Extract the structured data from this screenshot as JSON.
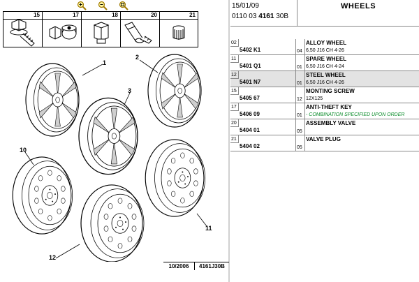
{
  "header": {
    "date": "15/01/09",
    "code_prefix": "0110 03 ",
    "code_main": "4161",
    "code_suffix": " 30B",
    "title": "WHEELS"
  },
  "diagram": {
    "hardware_numbers": [
      "15",
      "17",
      "18",
      "20",
      "21"
    ],
    "callouts": {
      "c1": "1",
      "c2": "2",
      "c3": "3",
      "c10": "10",
      "c11": "11",
      "c12": "12"
    },
    "footer_date": "10/2006",
    "footer_ref": "4161J30B"
  },
  "parts": [
    {
      "pos": "02",
      "ref": "5402 K1",
      "qty": "04",
      "desc": "ALLOY WHEEL",
      "spec": "6,50 J16 CH 4-26",
      "note": false,
      "selected": false
    },
    {
      "pos": "11",
      "ref": "5401 Q1",
      "qty": "01",
      "desc": "SPARE WHEEL",
      "spec": "6,50 J16 CH 4-24",
      "note": false,
      "selected": false
    },
    {
      "pos": "12",
      "ref": "5401 N7",
      "qty": "01",
      "desc": "STEEL WHEEL",
      "spec": "6,50 J16 CH 4-26",
      "note": false,
      "selected": true
    },
    {
      "pos": "15",
      "ref": "5405 67",
      "qty": "12",
      "desc": "MONTING SCREW",
      "spec": "12X125",
      "note": false,
      "selected": false
    },
    {
      "pos": "17",
      "ref": "5406 09",
      "qty": "01",
      "desc": "ANTI-THEFT KEY",
      "spec": "- COMBINATION SPECIFIED UPON ORDER",
      "note": true,
      "selected": false
    },
    {
      "pos": "20",
      "ref": "5404 01",
      "qty": "05",
      "desc": "ASSEMBLY VALVE",
      "spec": "",
      "note": false,
      "selected": false
    },
    {
      "pos": "21",
      "ref": "5404 02",
      "qty": "05",
      "desc": "VALVE PLUG",
      "spec": "",
      "note": false,
      "selected": false
    }
  ]
}
